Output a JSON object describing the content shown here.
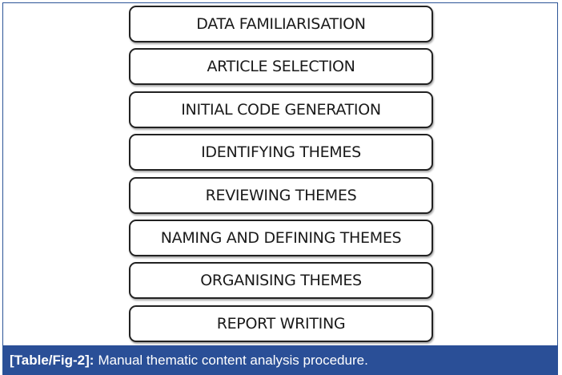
{
  "steps": [
    "DATA FAMILIARISATION",
    "ARTICLE SELECTION",
    "INITIAL CODE GENERATION",
    "IDENTIFYING THEMES",
    "REVIEWING THEMES",
    "NAMING AND DEFINING THEMES",
    "ORGANISING THEMES",
    "REPORT WRITING"
  ],
  "caption": {
    "label": "[Table/Fig-2]:",
    "text": "Manual thematic content analysis procedure."
  },
  "colors": {
    "caption_bg": "#2a4f97",
    "frame": "#2c5597"
  }
}
